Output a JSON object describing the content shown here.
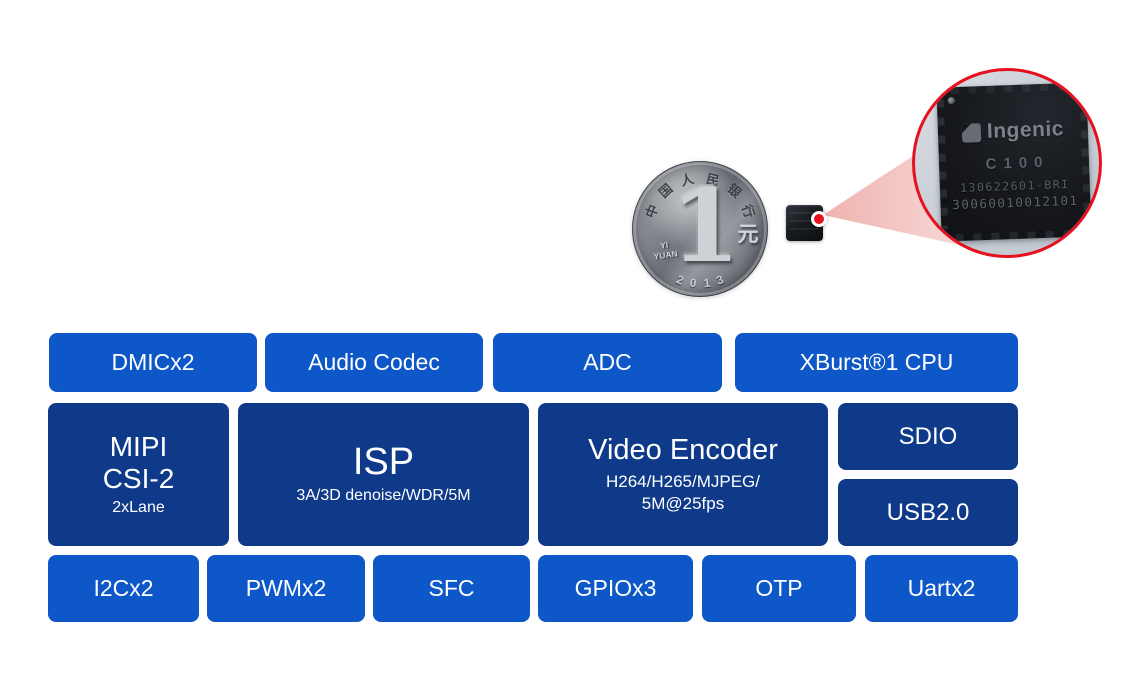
{
  "hero": {
    "coin": {
      "bank_chars": [
        "中",
        "国",
        "人",
        "民",
        "银",
        "行"
      ],
      "denomination": "1",
      "currency_symbol": "元",
      "pinyin_line1": "YI",
      "pinyin_line2": "YUAN",
      "year_chars": [
        "2",
        "0",
        "1",
        "3"
      ]
    },
    "callout": {
      "ring_color": "#e7101f",
      "dot_color": "#e7101f",
      "beam_color": "#f0b9b6"
    },
    "magnifier_chip": {
      "brand": "Ingenic",
      "model": "C100",
      "marking_line1": "130622601-BRI",
      "marking_line2": "30060010012101"
    }
  },
  "diagram": {
    "colors": {
      "primary_blue": "#0d57c8",
      "dark_navy": "#0f3a89",
      "text": "#ffffff"
    },
    "blocks": {
      "dmic": {
        "label": "DMICx2"
      },
      "audio_codec": {
        "label": "Audio Codec"
      },
      "adc": {
        "label": "ADC"
      },
      "cpu": {
        "label": "XBurst®1 CPU"
      },
      "mipi": {
        "line1": "MIPI",
        "line2": "CSI-2",
        "subtitle": "2xLane"
      },
      "isp": {
        "label": "ISP",
        "subtitle": "3A/3D denoise/WDR/5M"
      },
      "video_encoder": {
        "label": "Video Encoder",
        "subtitle_line1": "H264/H265/MJPEG/",
        "subtitle_line2": "5M@25fps"
      },
      "sdio": {
        "label": "SDIO"
      },
      "usb": {
        "label": "USB2.0"
      },
      "i2c": {
        "label": "I2Cx2"
      },
      "pwm": {
        "label": "PWMx2"
      },
      "sfc": {
        "label": "SFC"
      },
      "gpio": {
        "label": "GPIOx3"
      },
      "otp": {
        "label": "OTP"
      },
      "uart": {
        "label": "Uartx2"
      }
    }
  }
}
